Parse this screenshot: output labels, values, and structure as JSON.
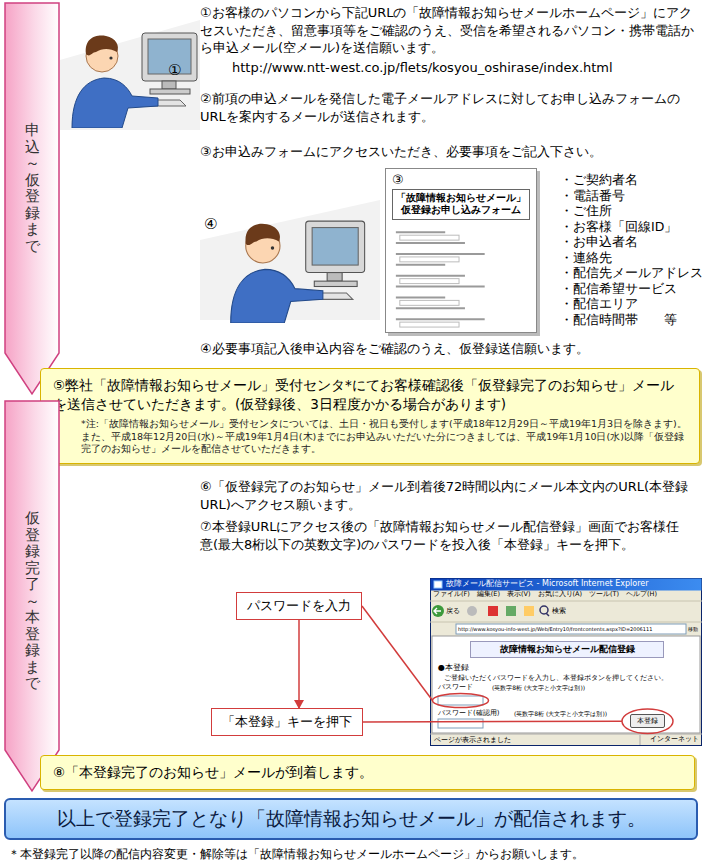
{
  "diagram": {
    "nodes": [
      {
        "text": [
          "申込～仮登録まで"
        ]
      },
      {
        "text": [
          "③",
          "「故障情報お知らせメール」 仮登録お申し込みフォーム"
        ]
      },
      {
        "text": [
          "⑤弊社「故障情報お知らせメール」受付センタ*にてお客様確認後「仮登録完了のお知らせ」メールを送信させていただきます。(仮登録後、3日程度かかる場合があります)",
          "*注:「故障情報お知らせメール」受付センタについては、土日・祝日も受付します(平成18年12月29日～平成19年1月3日を除きます)。 また、平成18年12月20日(水)～平成19年1月4日(木)までにお申込みいただいた分につきましては、平成19年1月10日(水)以降「仮登録完了のお知らせ」メールを配信させていただきます。"
        ]
      },
      {
        "text": [
          "仮登録完了～本登録まで"
        ]
      },
      {
        "text": [
          "パスワードを入力"
        ]
      },
      {
        "text": [
          "故障メール配信サービス - Microsoft Internet Explorer",
          "故障情報お知らせメール配信登録"
        ]
      },
      {
        "text": [
          "「本登録」キーを押下"
        ]
      },
      {
        "text": [
          "⑧「本登録完了のお知らせ」メールが到着します。"
        ]
      },
      {
        "text": [
          "以上で登録完了となり「故障情報お知らせメール」が配信されます。"
        ]
      }
    ],
    "edges": [
      {
        "from": 4,
        "to": 6,
        "arrow": "to"
      }
    ],
    "labels": [
      "①",
      "①お客様のパソコンから下記URLの「故障情報お知らせメールホームページ」にアクセスいただき、留意事項等をご確認のうえ、受信を希望されるパソコン・携帯電話から申込メール(空メール)を送信願います。",
      "http://www.ntt-west.co.jp/flets/kosyou_oshirase/index.html",
      "②前項の申込メールを発信した電子メールアドレスに対してお申し込みフォームのURLを案内するメールが送信されます。",
      "③お申込みフォームにアクセスいただき、必要事項をご記入下さい。",
      "④",
      "・ご契約者名",
      "・電話番号",
      "・ご住所",
      "・お客様「回線ID」",
      "・お申込者名",
      "・連絡先",
      "・配信先メールアドレス",
      "・配信希望サービス",
      "・配信エリア",
      "・配信時間帯　　等",
      "④必要事項記入後申込内容をご確認のうえ、仮登録送信願います。",
      "⑥「仮登録完了のお知らせ」メール到着後72時間以内にメール本文内のURL(本登録URL)へアクセス願います。",
      "⑦本登録URLにアクセス後の「故障情報お知らせメール配信登録」画面でお客様任意(最大8桁以下の英数文字)のパスワードを投入後「本登録」キーを押下。",
      "ファイル(F)　編集(E)　表示(V)　お気に入り(A)　ツール(T)　ヘルプ(H)",
      "戻る",
      "検索",
      "http://www.kosyou-info-west.jp/Web/Entry10/frontcontents.aspx?ID=2006111",
      "移動",
      "●本登録",
      "ご登録いただくパスワードを入力し、本登録ボタンを押してください。",
      "パスワード",
      "(英数字8桁 (大文字と小文字は別))",
      "パスワード(確認用)",
      "(英数字8桁 (大文字と小文字は別))",
      "本登録",
      "ページが表示されました",
      "インターネット",
      "＊本登録完了以降の配信内容変更・解除等は「故障情報お知らせメールホームページ」からお願いします。"
    ]
  }
}
